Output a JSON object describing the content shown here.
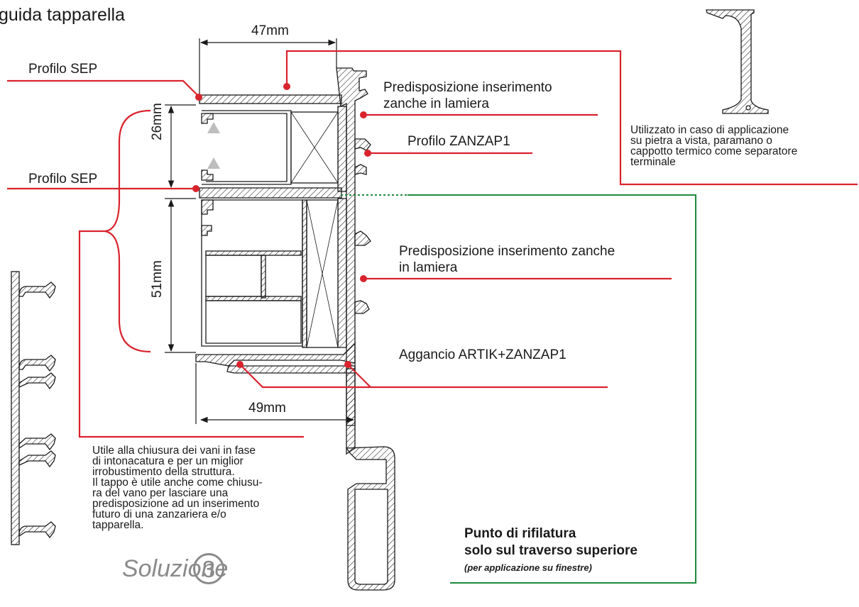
{
  "title": "guida tapparella",
  "dimensions": {
    "top_width": "47mm",
    "upper_height": "26mm",
    "lower_height": "51mm",
    "bottom_width": "49mm"
  },
  "labels": {
    "profilo_sep_1": "Profilo SEP",
    "profilo_sep_2": "Profilo SEP",
    "predisposizione_1_line1": "Predisposizione inserimento",
    "predisposizione_1_line2": "zanche in lamiera",
    "profilo_zanzap1": "Profilo ZANZAP1",
    "predisposizione_2_line1": "Predisposizione inserimento zanche",
    "predisposizione_2_line2": "in lamiera",
    "aggancio": "Aggancio ARTIK+ZANZAP1"
  },
  "note_right": [
    "Utilizzato in caso di applicazione",
    "su pietra a vista, paramano o",
    "cappotto termico come separatore",
    "terminale"
  ],
  "note_bottom": [
    "Utile alla chiusura dei vani in fase",
    "di intonacatura e per un miglior",
    "irrobustimento della struttura.",
    "Il tappo è utile anche come chiusu-",
    "ra del vano per lasciare una",
    "predisposizione ad un inserimento",
    "futuro di una zanzariera e/o",
    "tapparella."
  ],
  "trim_point": {
    "line1": "Punto di rifilatura",
    "line2": "solo sul traverso superiore",
    "line3": "(per applicazione su finestre)"
  },
  "solution": {
    "word": "Soluzione",
    "number": "3"
  },
  "colors": {
    "leader": "#d9232d",
    "trim": "#1f8a3c",
    "outline": "#1a1a1a",
    "gray": "#8a8a8a"
  }
}
